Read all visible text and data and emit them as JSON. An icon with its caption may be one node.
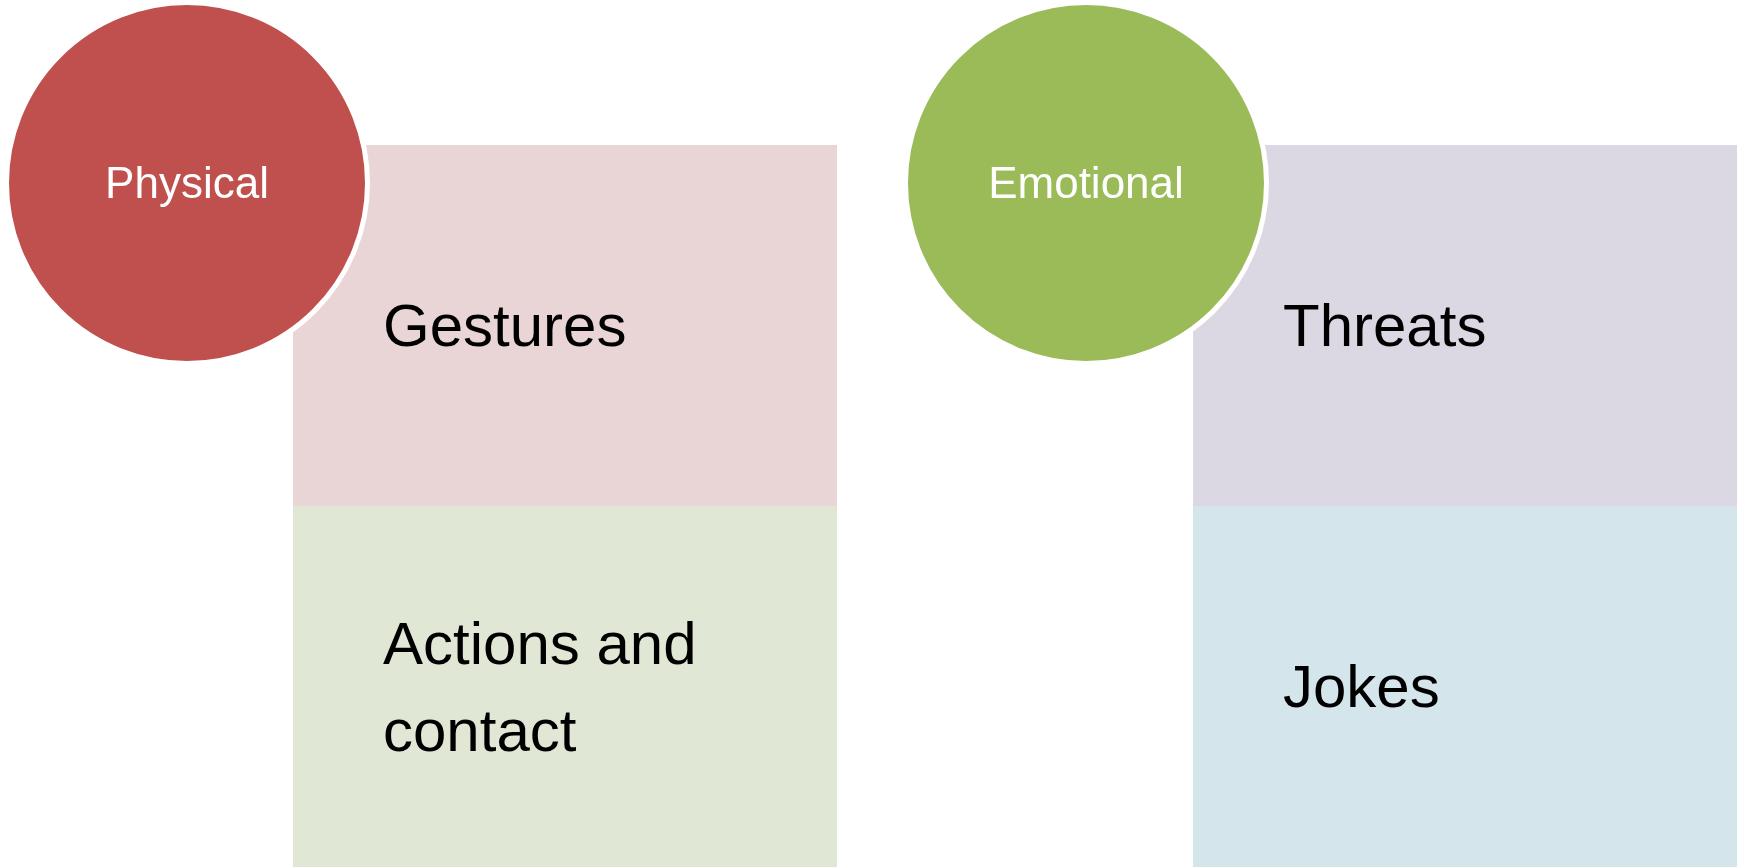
{
  "diagram": {
    "nodes": [
      {
        "text": [
          "Physical"
        ]
      },
      {
        "text": [
          "Gestures"
        ]
      },
      {
        "text": [
          "Actions and contact"
        ]
      },
      {
        "text": [
          "Emotional"
        ]
      },
      {
        "text": [
          "Threats"
        ]
      },
      {
        "text": [
          "Jokes"
        ]
      }
    ]
  }
}
